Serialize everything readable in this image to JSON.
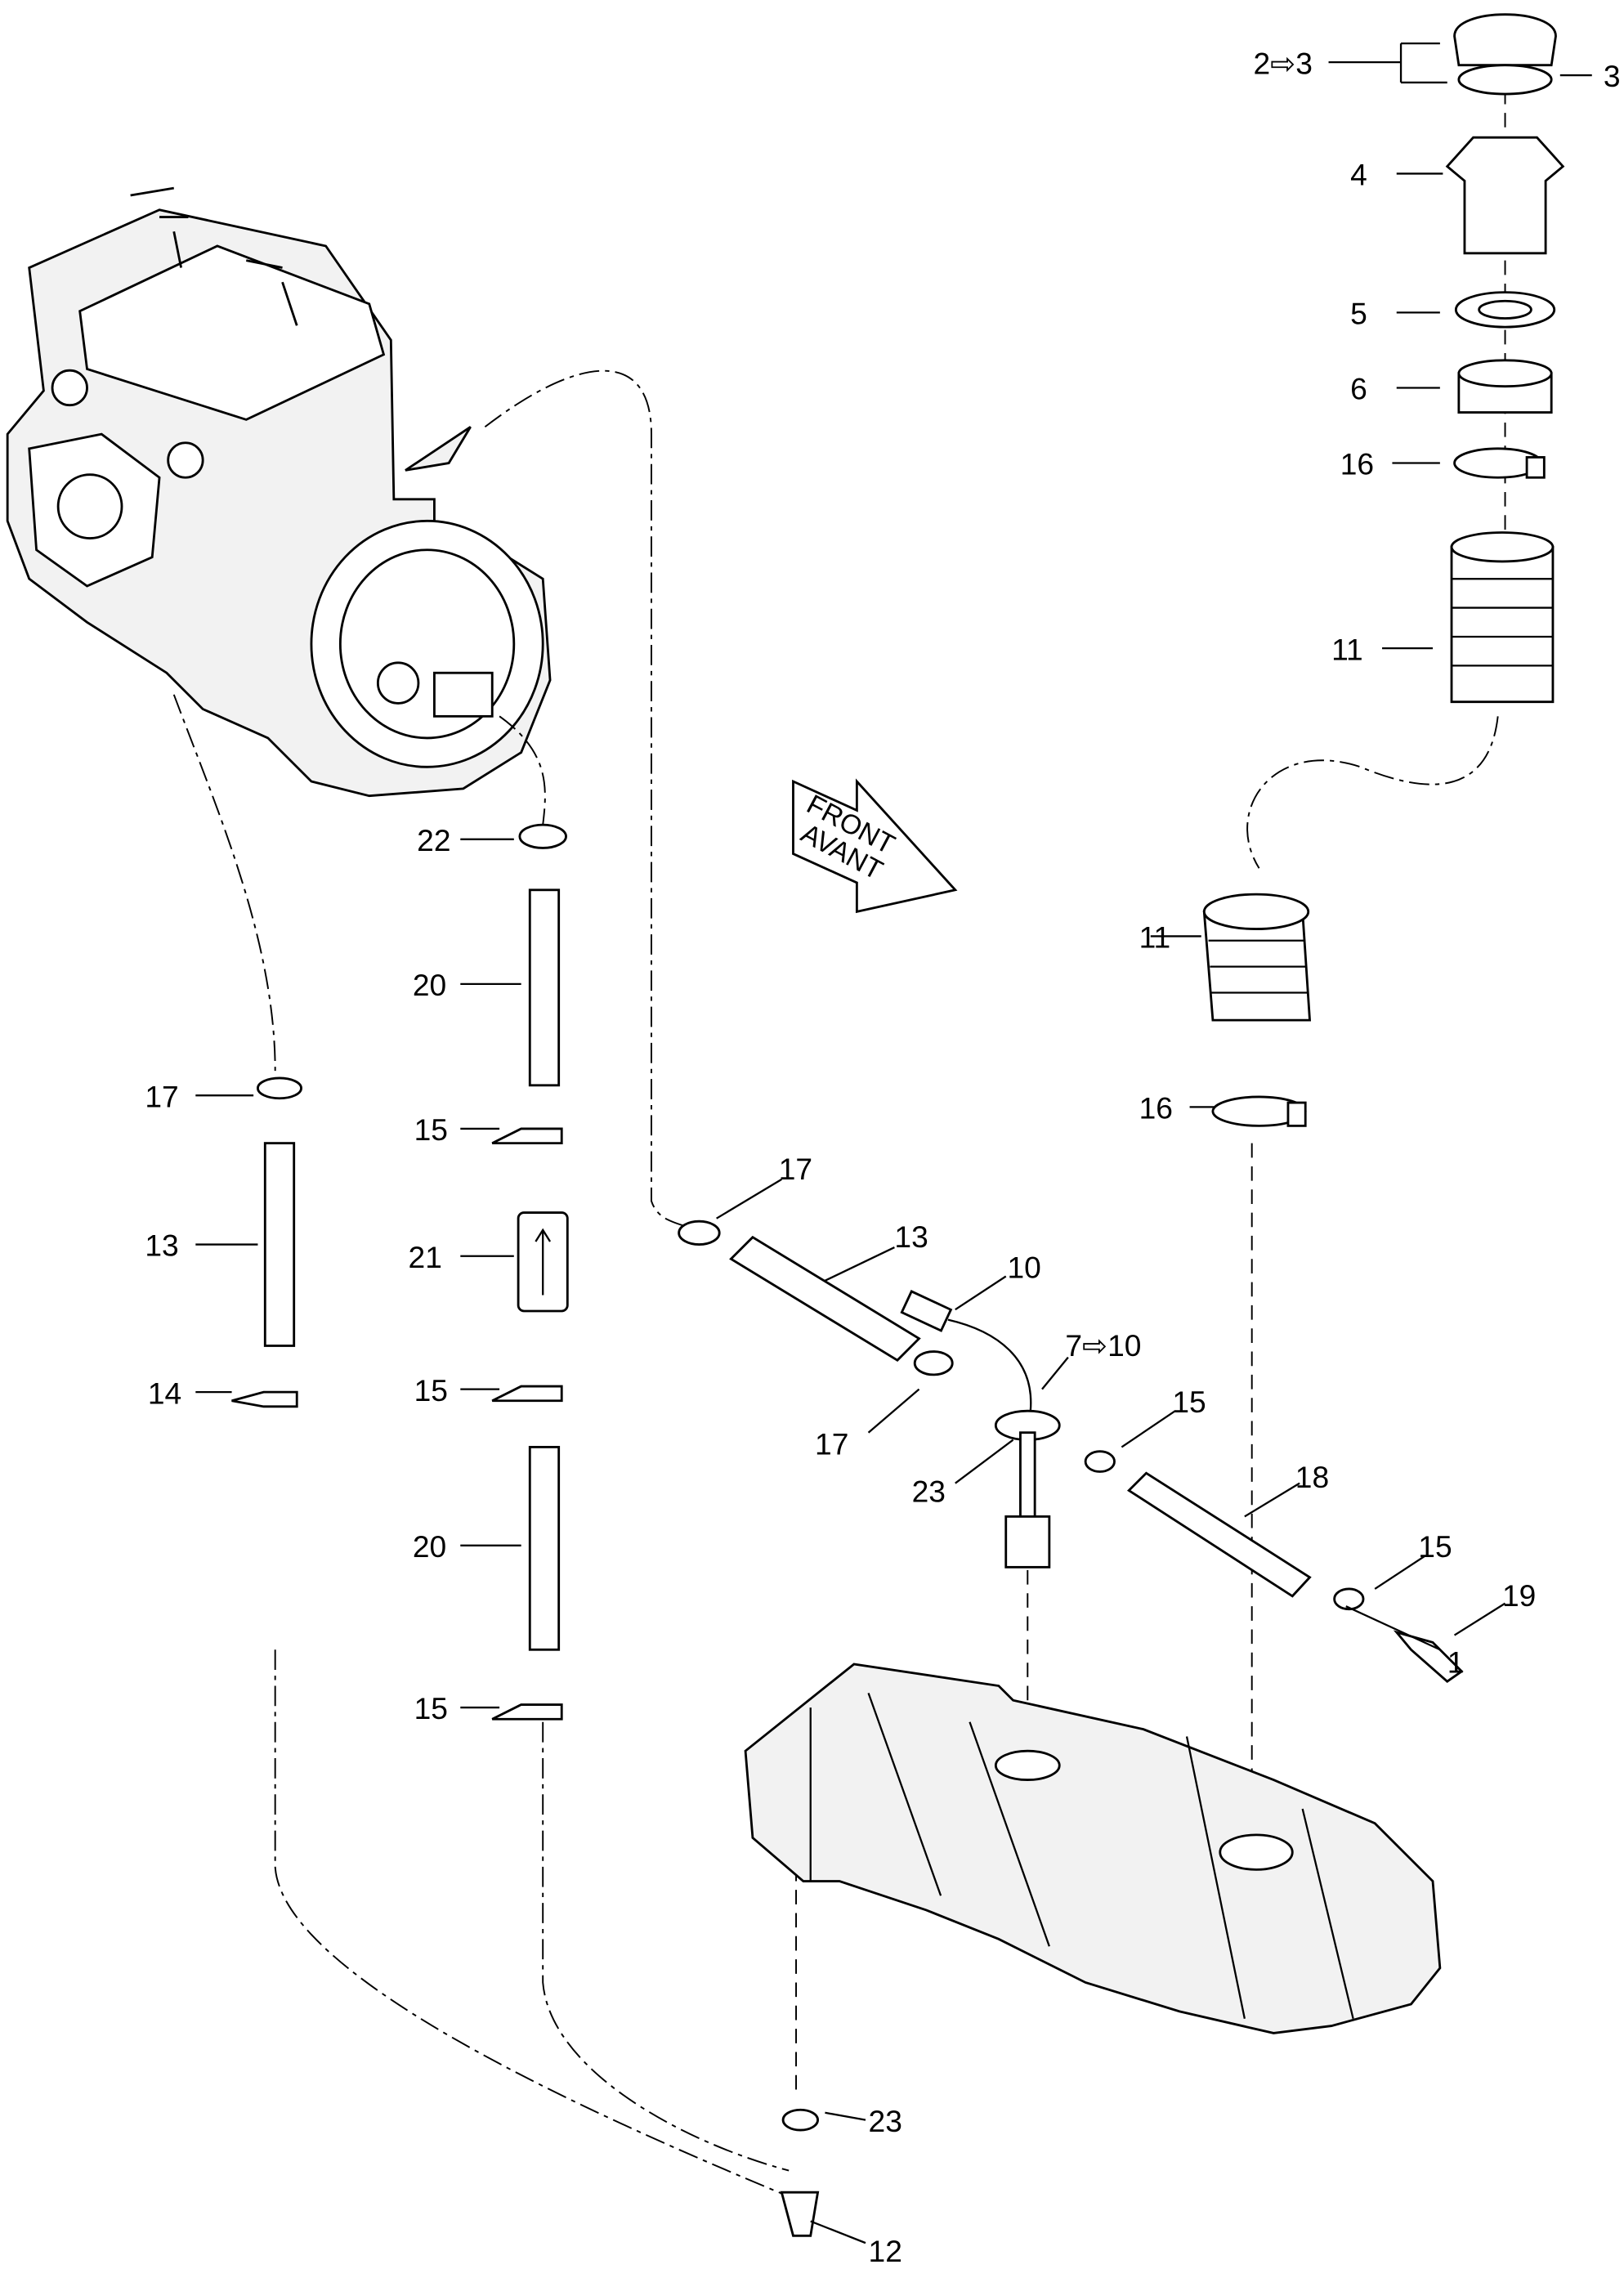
{
  "callouts": {
    "c2to3": "2⇨3",
    "c3": "3",
    "c4": "4",
    "c5": "5",
    "c6": "6",
    "c16a": "16",
    "c11a": "11",
    "c22": "22",
    "c20a": "20",
    "c17a": "17",
    "c15a": "15",
    "c13a": "13",
    "c21": "21",
    "c14": "14",
    "c15b": "15",
    "c20b": "20",
    "c15c": "15",
    "c11b": "11",
    "c16b": "16",
    "c17b": "17",
    "c13b": "13",
    "c10": "10",
    "c7to10": "7⇨10",
    "c15d": "15",
    "c17c": "17",
    "c23a": "23",
    "c18": "18",
    "c15e": "15",
    "c19": "19",
    "c1": "1",
    "c23b": "23",
    "c12": "12"
  },
  "front_arrow": {
    "line1": "FRONT",
    "line2": "AVANT"
  }
}
